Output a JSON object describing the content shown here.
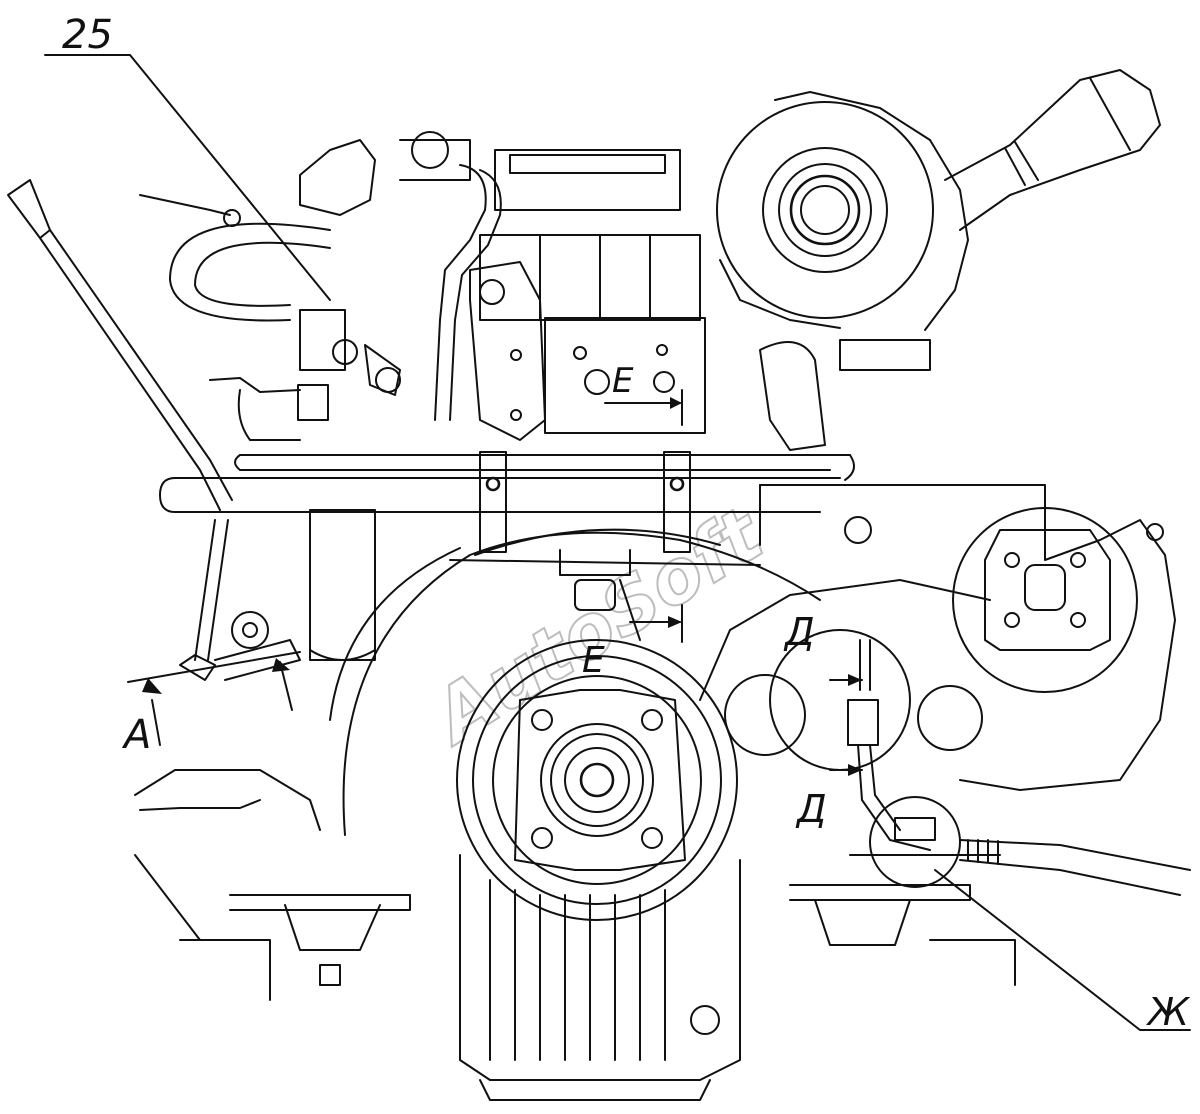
{
  "callouts": {
    "item_25": "25",
    "view_A": "А",
    "view_E_top": "Е",
    "view_E_bottom": "Е",
    "view_D_top": "Д",
    "view_D_bottom": "Д",
    "view_Zh": "Ж"
  },
  "watermark": "AutoSoft",
  "colors": {
    "line": "#111111",
    "background": "#ffffff",
    "watermark": "#bdbdbd"
  }
}
